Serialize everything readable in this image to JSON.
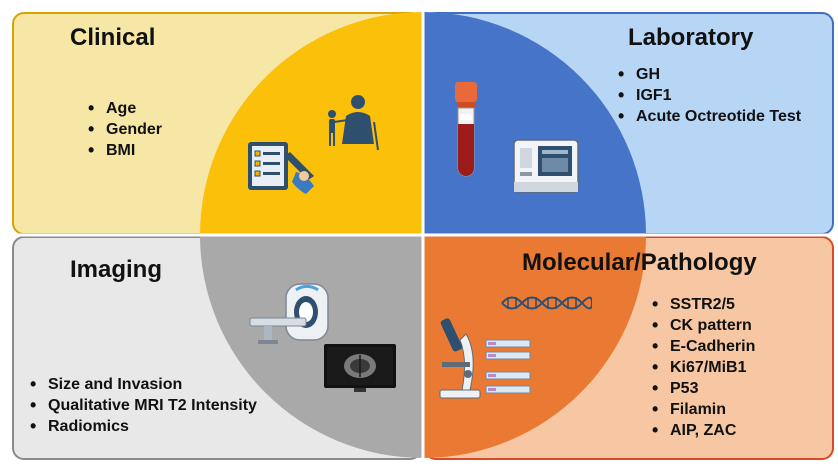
{
  "quadrants": {
    "clinical": {
      "title": "Clinical",
      "items": [
        "Age",
        "Gender",
        "BMI"
      ]
    },
    "laboratory": {
      "title": "Laboratory",
      "items": [
        "GH",
        "IGF1",
        "Acute Octreotide Test"
      ]
    },
    "imaging": {
      "title": "Imaging",
      "items": [
        "Size and Invasion",
        "Qualitative MRI T2 Intensity",
        "Radiomics"
      ]
    },
    "molecular": {
      "title": "Molecular/Pathology",
      "items": [
        "SSTR2/5",
        "CK pattern",
        "E-Cadherin",
        "Ki67/MiB1",
        "P53",
        "Filamin",
        "AIP, ZAC"
      ]
    }
  },
  "colors": {
    "clinical_fill": "#fbc009",
    "laboratory_fill": "#4674c8",
    "imaging_fill": "#a9a9a9",
    "molecular_fill": "#ea7a33"
  },
  "icons": {
    "clinical": [
      "checklist-clipboard-icon",
      "elderly-person-with-child-icon"
    ],
    "laboratory": [
      "blood-tube-icon",
      "lab-analyzer-icon"
    ],
    "imaging": [
      "mri-scanner-icon",
      "brain-scan-monitor-icon"
    ],
    "molecular": [
      "dna-helix-icon",
      "microscope-icon",
      "slides-icon"
    ]
  }
}
